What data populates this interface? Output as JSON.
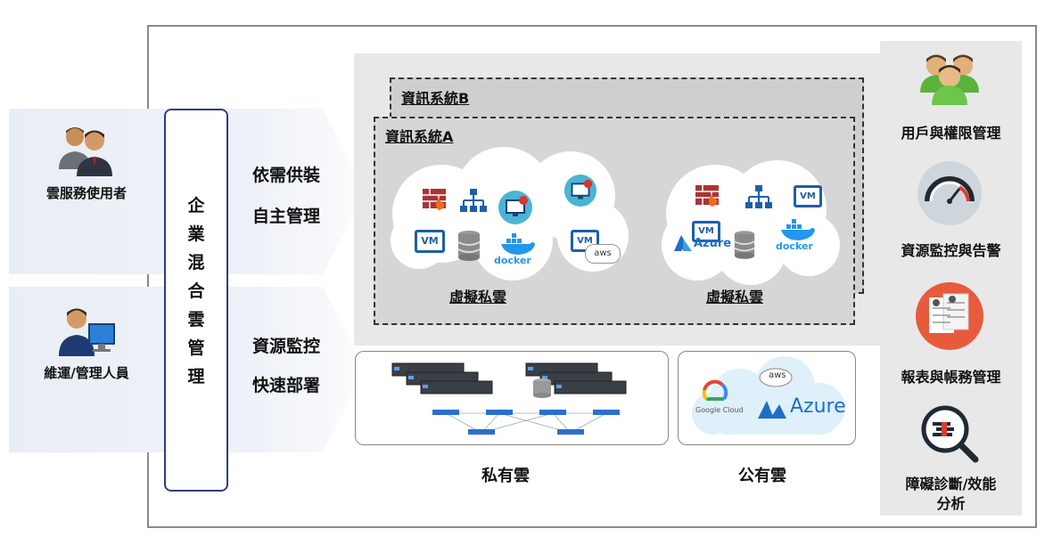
{
  "users": {
    "cloud_user_label": "雲服務使用者",
    "ops_label": "維運/管理人員"
  },
  "vertical_box": [
    "企",
    "業",
    "混",
    "合",
    "雲",
    "管",
    "理"
  ],
  "flow_top": [
    "依需供裝",
    "自主管理"
  ],
  "flow_bottom": [
    "資源監控",
    "快速部署"
  ],
  "systems": {
    "b_title": "資訊系統B",
    "a_title": "資訊系統A",
    "cloud_left_label": "虛擬私雲",
    "cloud_right_label": "虛擬私雲"
  },
  "icons_text": {
    "vm": "VM",
    "docker": "docker",
    "aws": "aws",
    "azure": "Azure",
    "google_cloud": "Google Cloud"
  },
  "bottom": {
    "private_cloud": "私有雲",
    "public_cloud": "公有雲"
  },
  "right_panel": {
    "item1": "用戶與權限管理",
    "item2": "資源監控與告警",
    "item3": "報表與帳務管理",
    "item4_line1": "障礙診斷/效能",
    "item4_line2": "分析"
  }
}
